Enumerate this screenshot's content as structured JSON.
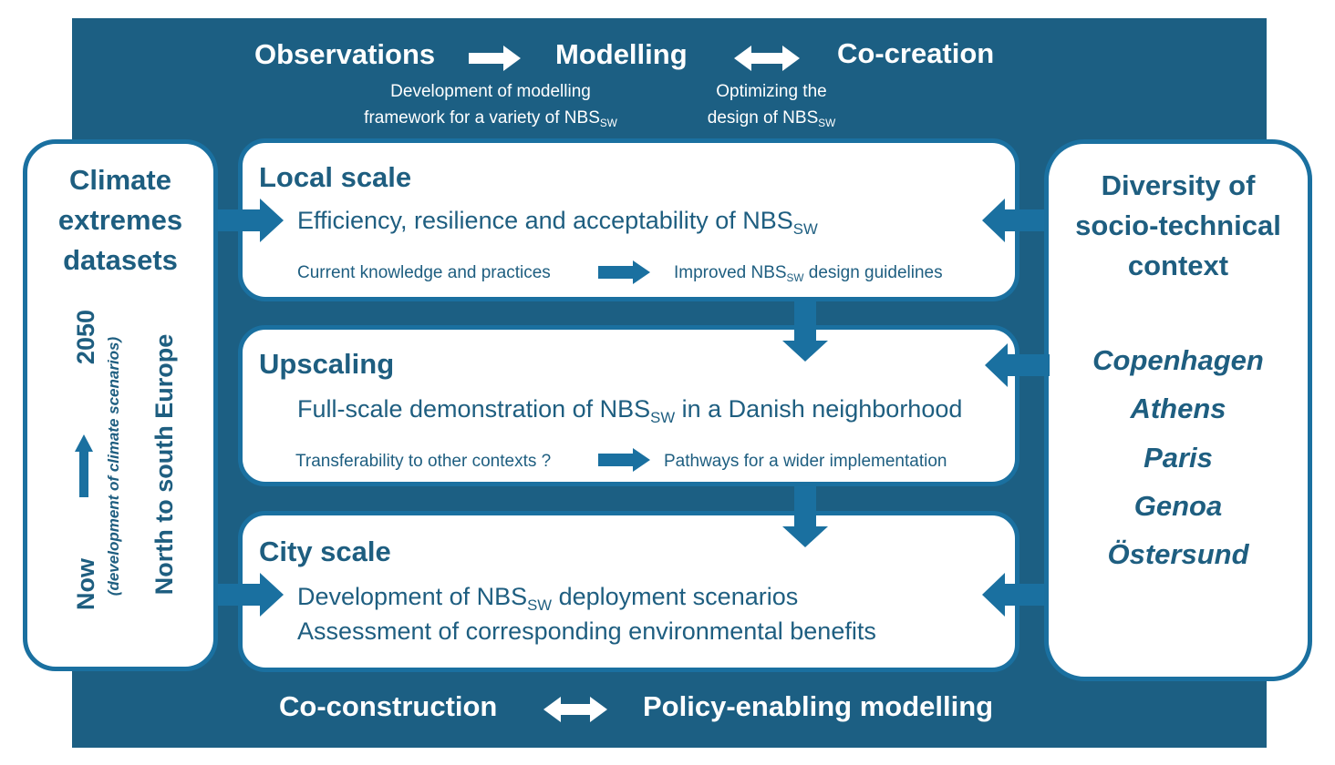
{
  "top": {
    "observations": "Observations",
    "modelling": "Modelling",
    "cocreation": "Co-creation",
    "sub1_line1": "Development of modelling",
    "sub1_line2": "framework for a variety of NBS",
    "sub1_sub": "SW",
    "sub2_line1": "Optimizing the",
    "sub2_line2": "design of NBS",
    "sub2_sub": "SW"
  },
  "bottom": {
    "coconstruction": "Co-construction",
    "policy": "Policy-enabling modelling"
  },
  "left": {
    "title_line1": "Climate",
    "title_line2": "extremes",
    "title_line3": "datasets",
    "now": "Now",
    "year": "2050",
    "note": "(development of climate scenarios)",
    "region": "North to south Europe"
  },
  "right": {
    "title_line1": "Diversity of",
    "title_line2": "socio-technical",
    "title_line3": "context",
    "cities": [
      "Copenhagen",
      "Athens",
      "Paris",
      "Genoa",
      "Östersund"
    ]
  },
  "local": {
    "title": "Local scale",
    "main": "Efficiency, resilience and acceptability of NBS",
    "main_sub": "SW",
    "from": "Current knowledge and practices",
    "to_pre": "Improved NBS",
    "to_sub": "SW",
    "to_post": " design guidelines"
  },
  "upscaling": {
    "title": "Upscaling",
    "main_pre": "Full-scale demonstration of NBS",
    "main_sub": "SW",
    "main_post": " in a Danish neighborhood",
    "from": "Transferability to other contexts ?",
    "to": "Pathways for a wider implementation"
  },
  "city": {
    "title": "City scale",
    "line1_pre": "Development of NBS",
    "line1_sub": "SW",
    "line1_post": " deployment scenarios",
    "line2": "Assessment of corresponding environmental benefits"
  },
  "colors": {
    "band": "#1c5f83",
    "border": "#1a70a0",
    "text": "#1e5e80"
  }
}
